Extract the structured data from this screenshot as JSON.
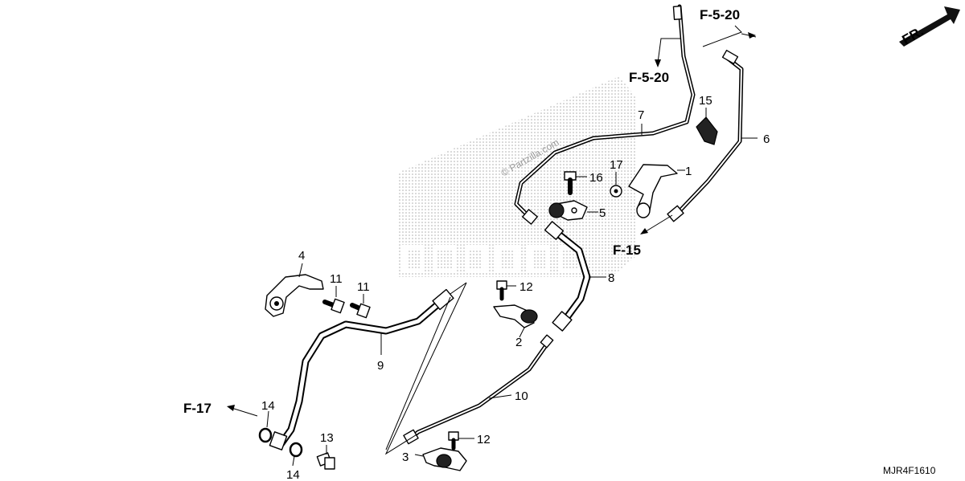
{
  "callouts": {
    "c1": "1",
    "c2": "2",
    "c3": "3",
    "c4": "4",
    "c5": "5",
    "c6": "6",
    "c7": "7",
    "c8": "8",
    "c9": "9",
    "c10": "10",
    "c11a": "11",
    "c11b": "11",
    "c12a": "12",
    "c12b": "12",
    "c13": "13",
    "c14a": "14",
    "c14b": "14",
    "c15": "15",
    "c16": "16",
    "c17": "17"
  },
  "references": {
    "f520_top": "F-5-20",
    "f520_mid": "F-5-20",
    "f15": "F-15",
    "f17": "F-17"
  },
  "direction_label": "FR.",
  "diagram_code": "MJR4F1610",
  "watermark": "© Partzilla.com"
}
